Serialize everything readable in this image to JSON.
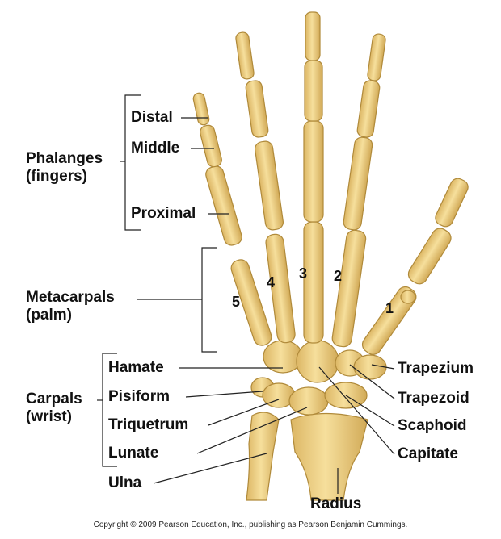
{
  "groups": {
    "phalanges": {
      "line1": "Phalanges",
      "line2": "(fingers)",
      "items": [
        "Distal",
        "Middle",
        "Proximal"
      ]
    },
    "metacarpals": {
      "line1": "Metacarpals",
      "line2": "(palm)"
    },
    "carpals": {
      "line1": "Carpals",
      "line2": "(wrist)",
      "items": [
        "Hamate",
        "Pisiform",
        "Triquetrum",
        "Lunate"
      ]
    }
  },
  "left_labels": {
    "ulna": "Ulna"
  },
  "right_labels": [
    "Trapezium",
    "Trapezoid",
    "Scaphoid",
    "Capitate"
  ],
  "bottom_label": "Radius",
  "digit_numbers": [
    "1",
    "2",
    "3",
    "4",
    "5"
  ],
  "copyright": "Copyright © 2009 Pearson Education, Inc., publishing as Pearson Benjamin Cummings.",
  "colors": {
    "bone": "#f0d489",
    "bone_shade": "#d9b35e",
    "bone_outline": "#b08a3a",
    "line": "#222222"
  }
}
